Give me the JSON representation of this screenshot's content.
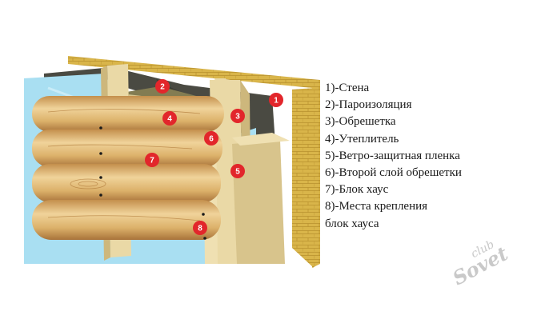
{
  "markers": [
    {
      "number": "1"
    },
    {
      "number": "2"
    },
    {
      "number": "3"
    },
    {
      "number": "4"
    },
    {
      "number": "5"
    },
    {
      "number": "6"
    },
    {
      "number": "7"
    },
    {
      "number": "8"
    }
  ],
  "legend": [
    "1)-Стена",
    "2)-Пароизоляция",
    "3)-Обрешетка",
    "4)-Утеплитель",
    "5)-Ветро-защитная пленка",
    "6)-Второй слой обрешетки",
    "7)-Блок хаус",
    "8)-Места крепления",
    "блок хауса"
  ],
  "watermark": {
    "line1": "club",
    "line2": "Sovet"
  },
  "colors": {
    "wall": "#d9b54a",
    "vapor_barrier": "#4a4a42",
    "batten": "#ead9a6",
    "insulation": "#6f6a46",
    "wind_film": "#a9dff2",
    "log": "#dcb16a",
    "marker": "#e2262b"
  }
}
